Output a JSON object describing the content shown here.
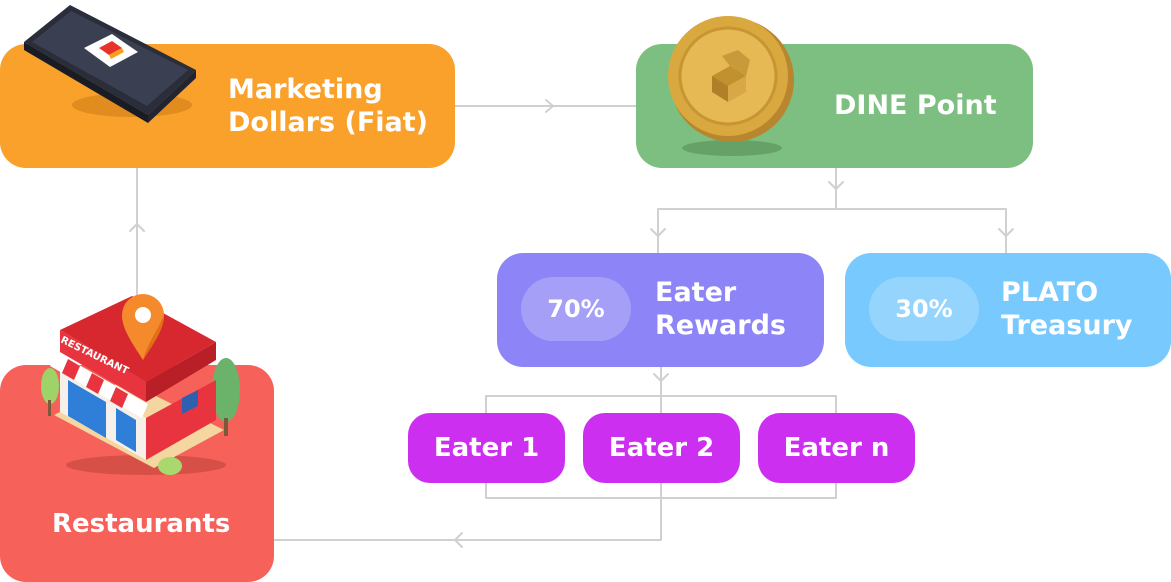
{
  "nodes": {
    "marketing": {
      "line1": "Marketing",
      "line2": "Dollars (Fiat)"
    },
    "dine_point": {
      "label": "DINE Point"
    },
    "eater_rewards": {
      "percent": "70%",
      "line1": "Eater",
      "line2": "Rewards"
    },
    "plato_treasury": {
      "percent": "30%",
      "line1": "PLATO",
      "line2": "Treasury"
    },
    "eaters": [
      "Eater 1",
      "Eater 2",
      "Eater n"
    ],
    "restaurants": {
      "label": "Restaurants",
      "sign": "RESTAURANT"
    }
  },
  "colors": {
    "marketing": "#f9a12a",
    "dine_point": "#7dbf80",
    "eater_rewards": "#8d84f7",
    "plato_treasury": "#78c9fd",
    "eater": "#cd2ff0",
    "restaurants": "#f6625a",
    "connector": "#d0d0d0"
  },
  "icons": {
    "phone": "smartphone-app-icon",
    "coin": "dine-coin-icon",
    "restaurant": "restaurant-building-icon",
    "pin": "location-pin-icon"
  }
}
